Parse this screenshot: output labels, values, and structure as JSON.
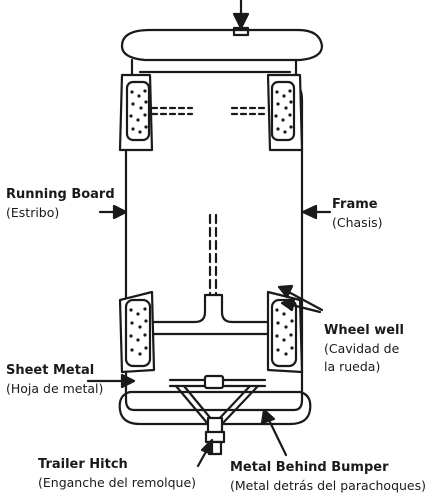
{
  "labels": {
    "running_board": {
      "en": "Running Board",
      "es": "(Estribo)"
    },
    "frame": {
      "en": "Frame",
      "es": "(Chasis)"
    },
    "wheel_well": {
      "en": "Wheel well",
      "es": "(Cavidad de la rueda)",
      "es_line1": "(Cavidad de",
      "es_line2": "la rueda)"
    },
    "sheet_metal": {
      "en": "Sheet Metal",
      "es": "(Hoja de metal)"
    },
    "trailer_hitch": {
      "en": "Trailer Hitch",
      "es": "(Enganche del remolque)"
    },
    "metal_behind_bumper": {
      "en": "Metal Behind Bumper",
      "es": "(Metal detrás del parachoques)"
    }
  },
  "colors": {
    "ink": "#1a1a1a",
    "paper": "#ffffff"
  }
}
